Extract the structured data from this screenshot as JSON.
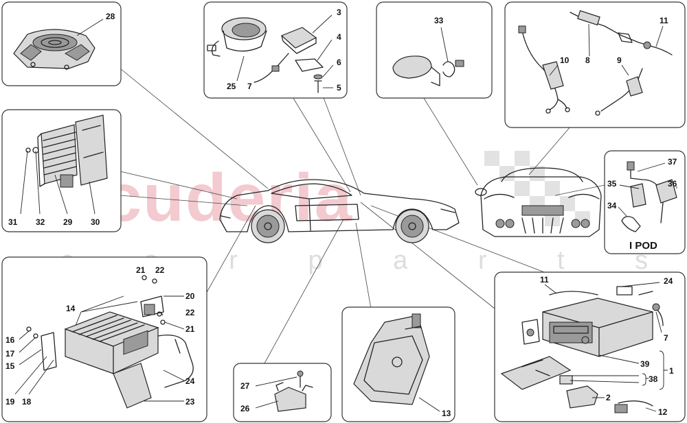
{
  "watermark": {
    "brand": "scuderia",
    "sub": "c a r p a r t s"
  },
  "group_label": "I POD",
  "labels": {
    "n1": "1",
    "n2": "2",
    "n3": "3",
    "n4": "4",
    "n5": "5",
    "n6": "6",
    "n7": "7",
    "n8": "8",
    "n9": "9",
    "n10": "10",
    "n11": "11",
    "n12": "12",
    "n13": "13",
    "n14": "14",
    "n15": "15",
    "n16": "16",
    "n17": "17",
    "n18": "18",
    "n19": "19",
    "n20": "20",
    "n21": "21",
    "n22": "22",
    "n23": "23",
    "n24": "24",
    "n25": "25",
    "n26": "26",
    "n27": "27",
    "n28": "28",
    "n29": "29",
    "n30": "30",
    "n31": "31",
    "n32": "32",
    "n33": "33",
    "n34": "34",
    "n35": "35",
    "n36": "36",
    "n37": "37",
    "n38": "38",
    "n39": "39"
  }
}
